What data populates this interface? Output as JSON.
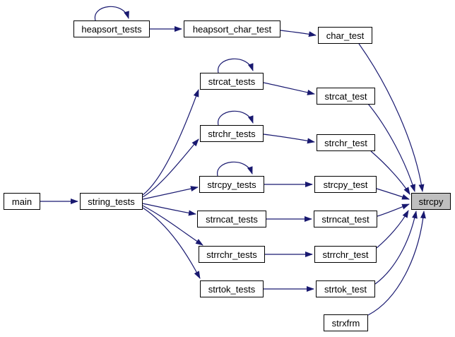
{
  "diagram": {
    "kind": "doxygen-caller-graph",
    "background_color": "#ffffff",
    "edge_color": "#191970",
    "node_border_color": "#000000",
    "node_fill_color": "#ffffff",
    "highlighted_node_fill_color": "#bfbfbf",
    "text_color": "#000000",
    "highlighted_node": "strcpy",
    "nodes": [
      {
        "id": "main",
        "label": "main",
        "highlighted": false
      },
      {
        "id": "string_tests",
        "label": "string_tests",
        "highlighted": false
      },
      {
        "id": "heapsort_tests",
        "label": "heapsort_tests",
        "highlighted": false
      },
      {
        "id": "heapsort_char_test",
        "label": "heapsort_char_test",
        "highlighted": false
      },
      {
        "id": "char_test",
        "label": "char_test",
        "highlighted": false
      },
      {
        "id": "strcat_tests",
        "label": "strcat_tests",
        "highlighted": false
      },
      {
        "id": "strchr_tests",
        "label": "strchr_tests",
        "highlighted": false
      },
      {
        "id": "strcpy_tests",
        "label": "strcpy_tests",
        "highlighted": false
      },
      {
        "id": "strncat_tests",
        "label": "strncat_tests",
        "highlighted": false
      },
      {
        "id": "strrchr_tests",
        "label": "strrchr_tests",
        "highlighted": false
      },
      {
        "id": "strtok_tests",
        "label": "strtok_tests",
        "highlighted": false
      },
      {
        "id": "strcat_test",
        "label": "strcat_test",
        "highlighted": false
      },
      {
        "id": "strchr_test",
        "label": "strchr_test",
        "highlighted": false
      },
      {
        "id": "strcpy_test",
        "label": "strcpy_test",
        "highlighted": false
      },
      {
        "id": "strncat_test",
        "label": "strncat_test",
        "highlighted": false
      },
      {
        "id": "strrchr_test",
        "label": "strrchr_test",
        "highlighted": false
      },
      {
        "id": "strtok_test",
        "label": "strtok_test",
        "highlighted": false
      },
      {
        "id": "strxfrm",
        "label": "strxfrm",
        "highlighted": false
      },
      {
        "id": "strcpy",
        "label": "strcpy",
        "highlighted": true
      }
    ],
    "edges": [
      {
        "from": "main",
        "to": "string_tests",
        "self_loop": false
      },
      {
        "from": "string_tests",
        "to": "strcat_tests",
        "self_loop": false
      },
      {
        "from": "string_tests",
        "to": "strchr_tests",
        "self_loop": false
      },
      {
        "from": "string_tests",
        "to": "strcpy_tests",
        "self_loop": false
      },
      {
        "from": "string_tests",
        "to": "strncat_tests",
        "self_loop": false
      },
      {
        "from": "string_tests",
        "to": "strrchr_tests",
        "self_loop": false
      },
      {
        "from": "string_tests",
        "to": "strtok_tests",
        "self_loop": false
      },
      {
        "from": "heapsort_tests",
        "to": "heapsort_tests",
        "self_loop": true
      },
      {
        "from": "heapsort_tests",
        "to": "heapsort_char_test",
        "self_loop": false
      },
      {
        "from": "heapsort_char_test",
        "to": "char_test",
        "self_loop": false
      },
      {
        "from": "char_test",
        "to": "strcpy",
        "self_loop": false
      },
      {
        "from": "strcat_tests",
        "to": "strcat_tests",
        "self_loop": true
      },
      {
        "from": "strcat_tests",
        "to": "strcat_test",
        "self_loop": false
      },
      {
        "from": "strcat_test",
        "to": "strcpy",
        "self_loop": false
      },
      {
        "from": "strchr_tests",
        "to": "strchr_tests",
        "self_loop": true
      },
      {
        "from": "strchr_tests",
        "to": "strchr_test",
        "self_loop": false
      },
      {
        "from": "strchr_test",
        "to": "strcpy",
        "self_loop": false
      },
      {
        "from": "strcpy_tests",
        "to": "strcpy_tests",
        "self_loop": true
      },
      {
        "from": "strcpy_tests",
        "to": "strcpy_test",
        "self_loop": false
      },
      {
        "from": "strcpy_test",
        "to": "strcpy",
        "self_loop": false
      },
      {
        "from": "strncat_tests",
        "to": "strncat_test",
        "self_loop": false
      },
      {
        "from": "strncat_test",
        "to": "strcpy",
        "self_loop": false
      },
      {
        "from": "strrchr_tests",
        "to": "strrchr_test",
        "self_loop": false
      },
      {
        "from": "strrchr_test",
        "to": "strcpy",
        "self_loop": false
      },
      {
        "from": "strtok_tests",
        "to": "strtok_test",
        "self_loop": false
      },
      {
        "from": "strtok_test",
        "to": "strcpy",
        "self_loop": false
      },
      {
        "from": "strxfrm",
        "to": "strcpy",
        "self_loop": false
      }
    ]
  }
}
